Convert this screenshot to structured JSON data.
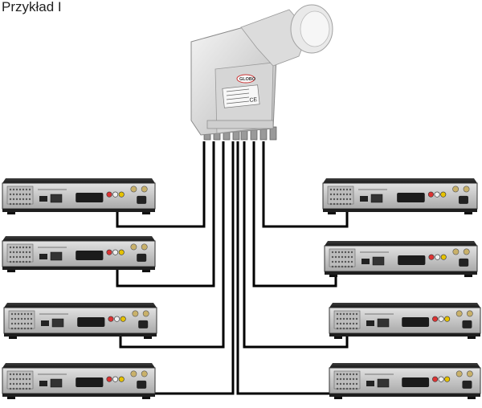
{
  "title": "Przykład I",
  "lnb": {
    "brand_label": "GLOBO",
    "ce_mark": "CE",
    "outputs": 8
  },
  "receivers": {
    "left": [
      {
        "id": "L1"
      },
      {
        "id": "L2"
      },
      {
        "id": "L3"
      },
      {
        "id": "L4"
      }
    ],
    "right": [
      {
        "id": "R1"
      },
      {
        "id": "R2"
      },
      {
        "id": "R3"
      },
      {
        "id": "R4"
      }
    ]
  },
  "colors": {
    "cable": "#000000",
    "lnb_body": "#e4e4e4",
    "receiver_body": "#2a2a2a",
    "receiver_panel": "#cfcfcf"
  }
}
